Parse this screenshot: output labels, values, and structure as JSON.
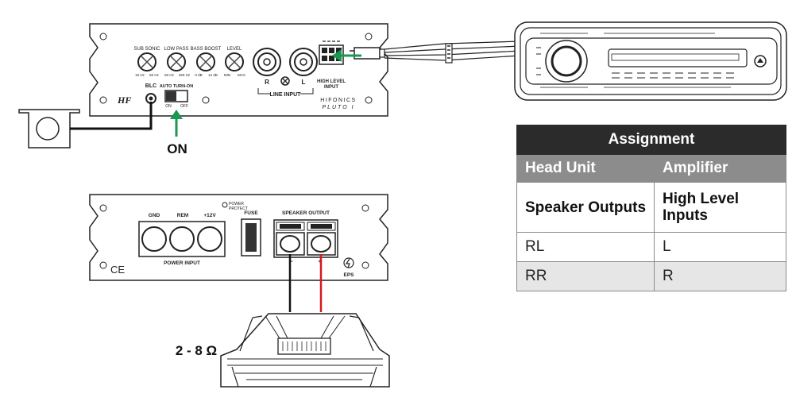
{
  "amp_top": {
    "knobs": [
      {
        "label": "SUB SONIC",
        "min": "15 Hz",
        "max": "50 Hz"
      },
      {
        "label": "LOW PASS",
        "min": "50 Hz",
        "max": "250 Hz"
      },
      {
        "label": "BASS BOOST",
        "min": "0 dB",
        "max": "12 dB"
      },
      {
        "label": "LEVEL",
        "min": "MIN",
        "max": "MAX"
      }
    ],
    "blc_label": "BLC",
    "auto_turn_on_label": "AUTO TURN-ON",
    "switch_on": "ON",
    "switch_off": "OFF",
    "rca_right": "R",
    "rca_left": "L",
    "line_input_label": "LINE INPUT",
    "high_level_label_1": "HIGH LEVEL",
    "high_level_label_2": "INPUT",
    "brand_1": "HIFONICS",
    "brand_2": "PLUTO I"
  },
  "on_label": "ON",
  "amp_bottom": {
    "gnd_label": "GND",
    "rem_label": "REM",
    "plus12_label": "+12V",
    "power_protect_1": "POWER",
    "power_protect_2": "PROTECT",
    "fuse_label": "FUSE",
    "speaker_output_label": "SPEAKER OUTPUT",
    "power_input_label": "POWER INPUT",
    "ce_mark": "CE",
    "eps_label": "EPS",
    "minus_mark": "−",
    "plus_mark": "+"
  },
  "impedance_label": "2 - 8 Ω",
  "assignment_table": {
    "title": "Assignment",
    "headers": [
      "Head Unit",
      "Amplifier"
    ],
    "subheader": [
      "Speaker Outputs",
      "High Level Inputs"
    ],
    "rows": [
      [
        "RL",
        "L"
      ],
      [
        "RR",
        "R"
      ]
    ]
  },
  "colors": {
    "arrow_green": "#1a9850",
    "wire_red": "#d7191c",
    "wire_black": "#111111"
  }
}
